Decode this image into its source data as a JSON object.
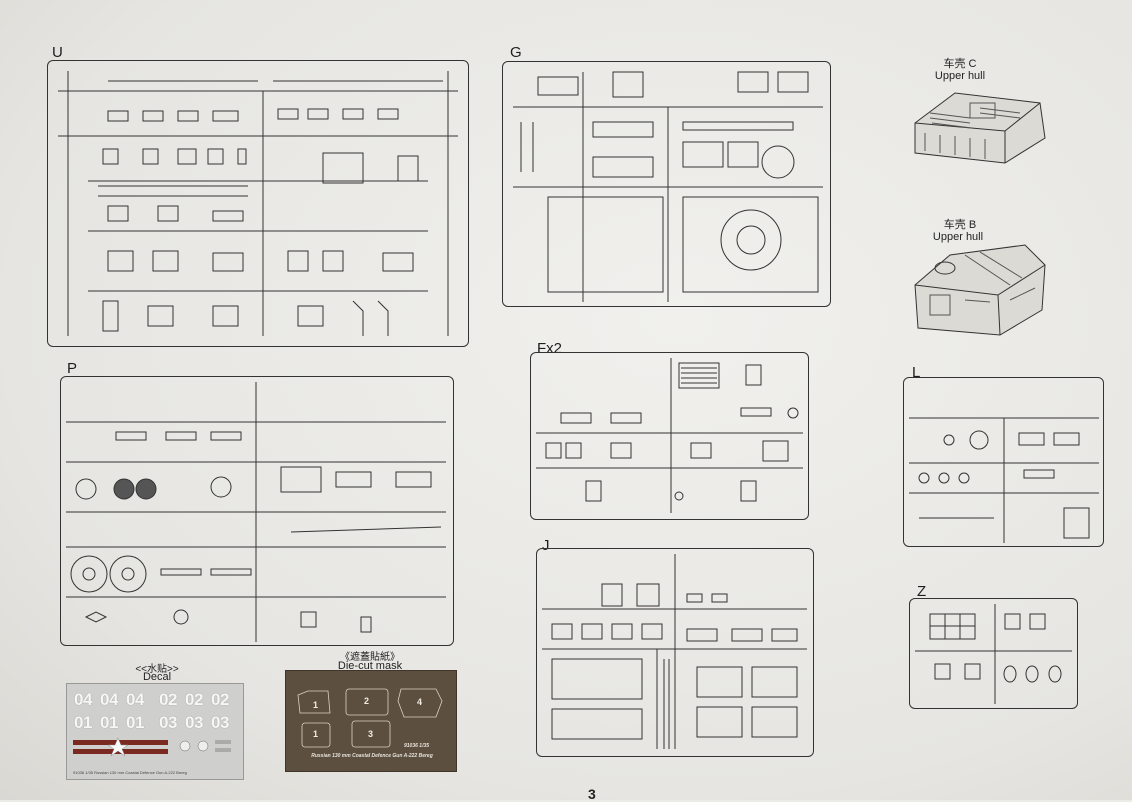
{
  "sprues": {
    "u": {
      "label": "U",
      "corner": "U"
    },
    "g": {
      "label": "G",
      "corner": "G"
    },
    "p": {
      "label": "P",
      "corner": "P"
    },
    "fx2": {
      "label": "Fx2"
    },
    "j": {
      "label": "J"
    },
    "l": {
      "label": "L"
    },
    "z": {
      "label": "Z"
    }
  },
  "hulls": {
    "c": {
      "cn": "车壳 C",
      "en": "Upper hull"
    },
    "b": {
      "cn": "车壳 B",
      "en": "Upper hull"
    }
  },
  "decal": {
    "title_cn": "<<水贴>>",
    "title_en": "Decal",
    "row1": [
      "04",
      "04",
      "04",
      "02",
      "02",
      "02"
    ],
    "row2": [
      "01",
      "01",
      "01",
      "03",
      "03",
      "03"
    ],
    "caption": "91036 1/35 Russian 130 mm Coastal Defence Gun A-222 Bereg"
  },
  "mask": {
    "title_cn": "《遮蓋貼紙》",
    "title_en": "Die-cut mask",
    "pieces": [
      "1",
      "2",
      "4",
      "1",
      "3"
    ],
    "code": "91036 1/35",
    "caption": "Russian 130 mm Coastal Defence Gun A-222 Bereg"
  },
  "page_number": "3"
}
